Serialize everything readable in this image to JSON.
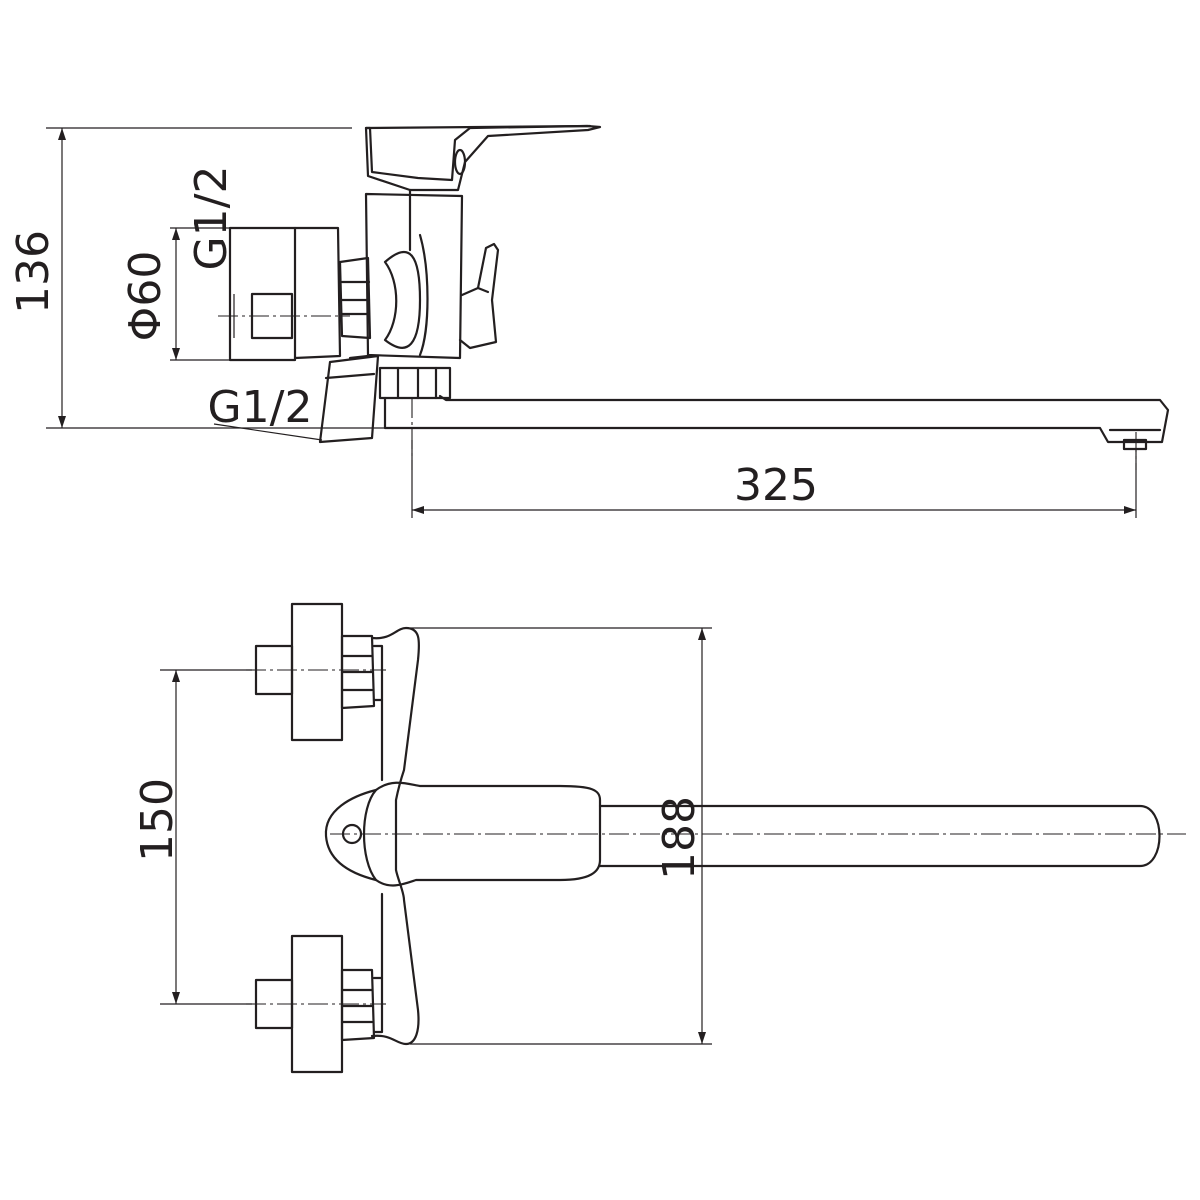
{
  "drawing": {
    "side_view": {
      "height_label": "136",
      "pipe_thread_top_label": "G1/2",
      "flange_diameter_label": "Φ60",
      "pipe_thread_bottom_label": "G1/2",
      "spout_reach_label": "325"
    },
    "top_view": {
      "inlet_spacing_label": "150",
      "body_height_label": "188"
    },
    "colors": {
      "line": "#231f20",
      "background": "#ffffff"
    }
  }
}
